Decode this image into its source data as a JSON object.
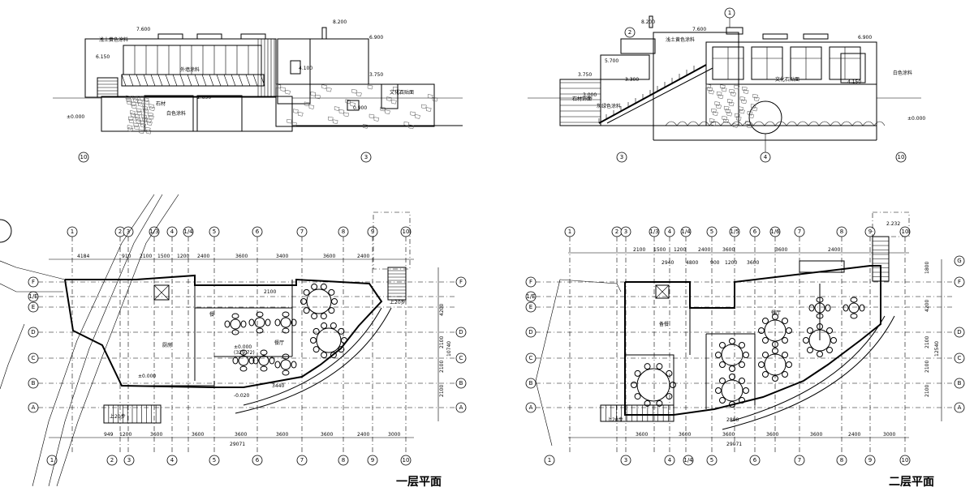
{
  "titles": {
    "floor1": "一层平面",
    "floor2": "二层平面"
  },
  "elevation_left": {
    "levels": [
      "8.200",
      "7.600",
      "6.900",
      "6.150",
      "4.100",
      "3.750",
      "2.850",
      "0.900",
      "±0.000"
    ],
    "notes": [
      "浅土黄色涂料",
      "外墙涂料",
      "白色涂料",
      "文化石贴面",
      "石材",
      "白色涂料"
    ],
    "axes": [
      "10",
      "3"
    ]
  },
  "elevation_right": {
    "levels": [
      "8.200",
      "7.600",
      "6.900",
      "5.700",
      "3.750",
      "3.300",
      "3.000",
      "4.150",
      "±0.000"
    ],
    "notes": [
      "浅土黄色涂料",
      "白色涂料",
      "文化石贴面",
      "石材饰面",
      "灰绿色涂料"
    ],
    "axes": [
      "3",
      "4",
      "10",
      "1",
      "2"
    ]
  },
  "plan1": {
    "axes_top": [
      "1",
      "2",
      "3",
      "1/3",
      "4",
      "1/4",
      "5",
      "6",
      "7",
      "8",
      "9",
      "10"
    ],
    "axes_bottom": [
      "1",
      "2",
      "3",
      "4",
      "5",
      "6",
      "7",
      "8",
      "9",
      "10"
    ],
    "axes_left": [
      "F",
      "1/E",
      "E",
      "D",
      "C",
      "B",
      "A"
    ],
    "axes_right": [
      "F",
      "D",
      "C",
      "B",
      "A"
    ],
    "dims_top": [
      "4184",
      "910",
      "2100",
      "1500",
      "1200",
      "2400",
      "3600",
      "3400",
      "3600",
      "2400"
    ],
    "dims_bottom": [
      "949",
      "1200",
      "3600",
      "3600",
      "3600",
      "3600",
      "3600",
      "2400",
      "3000"
    ],
    "total": "29071",
    "dims_right": [
      "4200",
      "2100",
      "2100",
      "2100",
      "10740"
    ],
    "rooms": [
      "厨房",
      "餐厅",
      "餐厅"
    ],
    "marks": [
      "±0.000",
      "(329.72)",
      "-0.020",
      "±0.000",
      "上20步",
      "上20步",
      "2100",
      "3440"
    ]
  },
  "plan2": {
    "axes_top": [
      "1",
      "2",
      "3",
      "1/3",
      "4",
      "1/4",
      "5",
      "1/5",
      "6",
      "1/6",
      "7",
      "8",
      "9",
      "10"
    ],
    "axes_bottom": [
      "1",
      "3",
      "4",
      "1/4",
      "5",
      "6",
      "7",
      "8",
      "9",
      "10"
    ],
    "axes_left": [
      "F",
      "1/E",
      "E",
      "D",
      "C",
      "B",
      "A"
    ],
    "axes_right": [
      "G",
      "F",
      "D",
      "C",
      "B",
      "A"
    ],
    "dims_top": [
      "2100",
      "1500",
      "1200",
      "2400",
      "3600",
      "3600",
      "2400",
      "2940",
      "4800",
      "900",
      "1200",
      "3600"
    ],
    "dims_bottom": [
      "3600",
      "3600",
      "3600",
      "3600",
      "3600",
      "2400",
      "3000"
    ],
    "total": "29071",
    "dims_right": [
      "1800",
      "4200",
      "2100",
      "2100",
      "2100",
      "12540"
    ],
    "rooms": [
      "备餐",
      "餐厅"
    ],
    "marks": [
      "2.232",
      "上20步",
      "2800"
    ]
  }
}
